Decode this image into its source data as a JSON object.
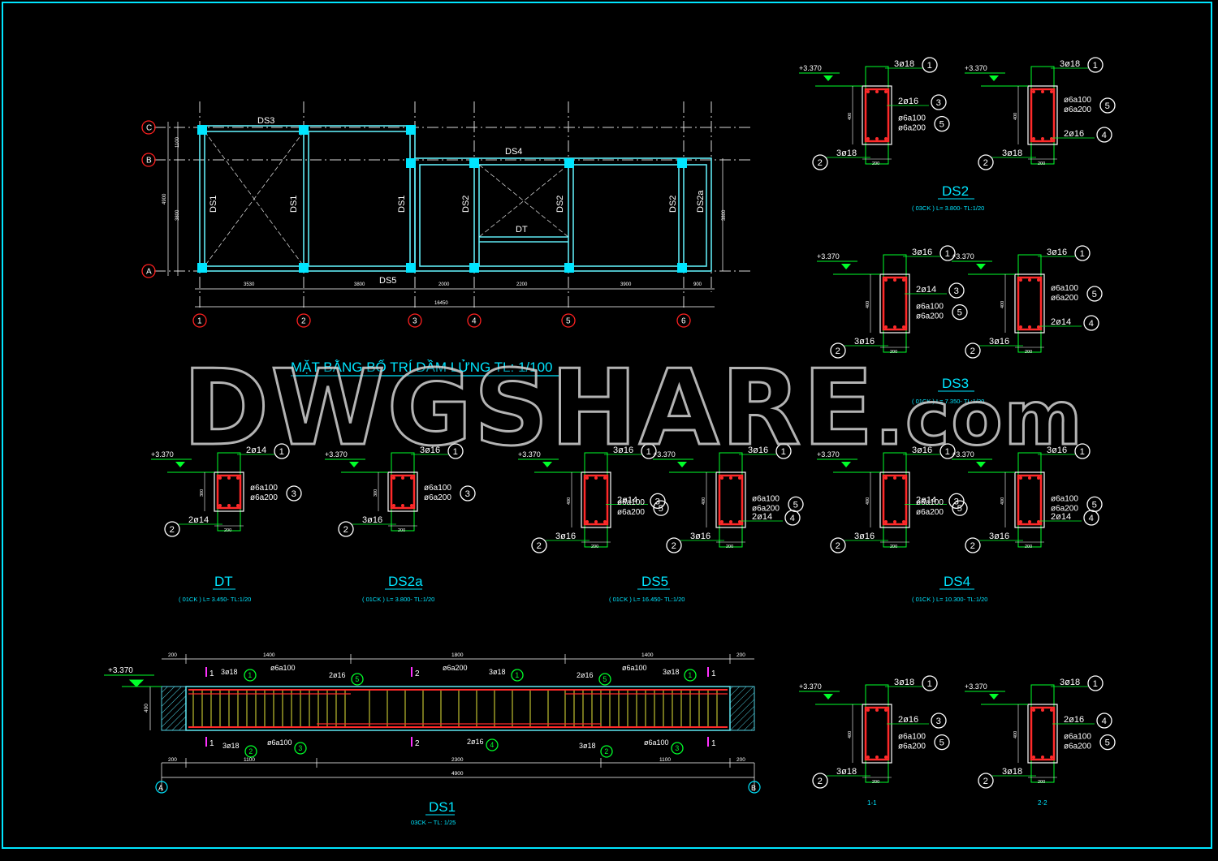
{
  "colors": {
    "background": "#000000",
    "frame": "#00e5ff",
    "beam": "#5fe8f2",
    "rebar": "#ff2a2a",
    "dim": "#00ff2a",
    "text_white": "#ffffff",
    "title": "#00e5ff",
    "label_yellow": "#ffff40",
    "axis_red": "#ff2020",
    "hatch": "#4fd0e0",
    "magenta": "#ff30ff"
  },
  "plan": {
    "title": "MẶT BẰNG BỐ TRÍ DẦM LỬNG TL: 1/100",
    "axes_x": [
      "1",
      "2",
      "3",
      "4",
      "5",
      "6"
    ],
    "axes_y": [
      "C",
      "B",
      "A"
    ],
    "beam_labels": {
      "ds3": "DS3",
      "ds4": "DS4",
      "ds5": "DS5",
      "ds1a": "DS1",
      "ds1b": "DS1",
      "ds1c": "DS1",
      "ds2a": "DS2",
      "ds2b": "DS2",
      "ds2c": "DS2",
      "ds2a_end": "DS2a",
      "dt": "DT"
    },
    "dims_bottom": [
      "3530",
      "3800",
      "2000",
      "2200",
      "3900",
      "900"
    ],
    "dim_total": "16450",
    "dims_left": {
      "cb": "1100",
      "ba": "3800",
      "total": "4900"
    },
    "dim_right": "3800"
  },
  "sections": {
    "ds2": {
      "title": "DS2",
      "note": "( 03CK ) L= 3.800- TL:1/20",
      "left": {
        "level": "+3.370",
        "top": "3ø18",
        "mid": "2ø16",
        "stir1": "ø6a100",
        "stir2": "ø6a200",
        "bot": "3ø18",
        "h": "400",
        "w": "200",
        "n_top": "1",
        "n_mid": "3",
        "n_stir": "5",
        "n_bot": "2"
      },
      "right": {
        "level": "+3.370",
        "top": "3ø18",
        "stir1": "ø6a100",
        "stir2": "ø6a200",
        "mid": "2ø16",
        "bot": "3ø18",
        "h": "400",
        "w": "200",
        "n_top": "1",
        "n_stir": "5",
        "n_mid": "4",
        "n_bot": "2"
      }
    },
    "ds3": {
      "title": "DS3",
      "note": "( 01CK ) L= 7.350- TL:1/20",
      "left": {
        "level": "+3.370",
        "top": "3ø16",
        "mid": "2ø14",
        "stir1": "ø6a100",
        "stir2": "ø6a200",
        "bot": "3ø16",
        "h": "400",
        "w": "200",
        "n_top": "1",
        "n_mid": "3",
        "n_stir": "5",
        "n_bot": "2"
      },
      "right": {
        "level": "+3.370",
        "top": "3ø16",
        "stir1": "ø6a100",
        "stir2": "ø6a200",
        "mid": "2ø14",
        "bot": "3ø16",
        "h": "400",
        "w": "200",
        "n_top": "1",
        "n_stir": "5",
        "n_mid": "4",
        "n_bot": "2"
      }
    },
    "dt": {
      "title": "DT",
      "note": "( 01CK ) L= 3.450- TL:1/20",
      "left": {
        "level": "+3.370",
        "top": "2ø14",
        "stir1": "ø6a100",
        "stir2": "ø6a200",
        "bot": "2ø14",
        "h": "300",
        "w": "200",
        "n_top": "1",
        "n_stir": "3",
        "n_bot": "2"
      }
    },
    "ds2a": {
      "title": "DS2a",
      "note": "( 01CK ) L= 3.800- TL:1/20",
      "left": {
        "level": "+3.370",
        "top": "3ø16",
        "stir1": "ø6a100",
        "stir2": "ø6a200",
        "bot": "3ø16",
        "h": "300",
        "w": "200",
        "n_top": "1",
        "n_stir": "3",
        "n_bot": "2"
      }
    },
    "ds5": {
      "title": "DS5",
      "note": "( 01CK ) L= 16.450- TL:1/20",
      "left": {
        "level": "+3.370",
        "top": "3ø16",
        "mid": "2ø14",
        "stir1": "ø6a100",
        "stir2": "ø6a200",
        "bot": "3ø16",
        "h": "400",
        "w": "200",
        "n_top": "1",
        "n_mid": "3",
        "n_stir": "5",
        "n_bot": "2"
      },
      "right": {
        "level": "+3.370",
        "top": "3ø16",
        "stir1": "ø6a100",
        "stir2": "ø6a200",
        "mid": "2ø14",
        "bot": "3ø16",
        "h": "400",
        "w": "200",
        "n_top": "1",
        "n_stir": "5",
        "n_mid": "4",
        "n_bot": "2"
      }
    },
    "ds4": {
      "title": "DS4",
      "note": "( 01CK ) L= 10.300- TL:1/20",
      "left": {
        "level": "+3.370",
        "top": "3ø16",
        "mid": "2ø14",
        "stir1": "ø6a100",
        "stir2": "ø6a200",
        "bot": "3ø16",
        "h": "400",
        "w": "200",
        "n_top": "1",
        "n_mid": "3",
        "n_stir": "5",
        "n_bot": "2"
      },
      "right": {
        "level": "+3.370",
        "top": "3ø16",
        "stir1": "ø6a100",
        "stir2": "ø6a200",
        "mid": "2ø14",
        "bot": "3ø16",
        "h": "400",
        "w": "200",
        "n_top": "1",
        "n_stir": "5",
        "n_mid": "4",
        "n_bot": "2"
      }
    },
    "cut11": {
      "title": "1-1",
      "left": {
        "level": "+3.370",
        "top": "3ø18",
        "mid": "2ø16",
        "stir1": "ø6a100",
        "stir2": "ø6a200",
        "bot": "3ø18",
        "h": "400",
        "w": "200",
        "n_top": "1",
        "n_mid": "3",
        "n_stir": "5",
        "n_bot": "2"
      }
    },
    "cut22": {
      "title": "2-2",
      "left": {
        "level": "+3.370",
        "top": "3ø18",
        "stir1": "ø6a100",
        "stir2": "ø6a200",
        "mid": "2ø16",
        "bot": "3ø18",
        "h": "400",
        "w": "200",
        "n_top": "1",
        "n_stir": "5",
        "n_mid": "4",
        "n_bot": "2"
      }
    }
  },
  "elevation": {
    "title": "DS1",
    "note": "03CK  --  TL: 1/25",
    "level": "+3.370",
    "top_dims": [
      "200",
      "1400",
      "1800",
      "1400",
      "200"
    ],
    "bottom_dims": [
      "200",
      "1100",
      "2300",
      "1100",
      "200"
    ],
    "total": "4900",
    "axis_left": "A",
    "axis_right": "B",
    "height": "400",
    "cut_1": "1",
    "cut_2": "2",
    "labels": {
      "top_l_bar": "3ø18",
      "top_l_stir": "ø6a100",
      "mid_bar_l": "2ø16",
      "mid_stir": "ø6a200",
      "top_mid_bar": "3ø18",
      "mid_bar_r": "2ø16",
      "top_r_stir": "ø6a100",
      "top_r_bar": "3ø18",
      "bot_l_bar": "3ø18",
      "bot_l_stir": "ø6a100",
      "bot_mid_bar": "2ø16",
      "bot_r_bar": "3ø18",
      "bot_r_stir": "ø6a100"
    },
    "numbers": {
      "n1": "1",
      "n2": "2",
      "n3": "3",
      "n4": "4",
      "n5": "5"
    }
  },
  "watermark": {
    "main": "DWGSHARE",
    "suffix": ".com"
  }
}
